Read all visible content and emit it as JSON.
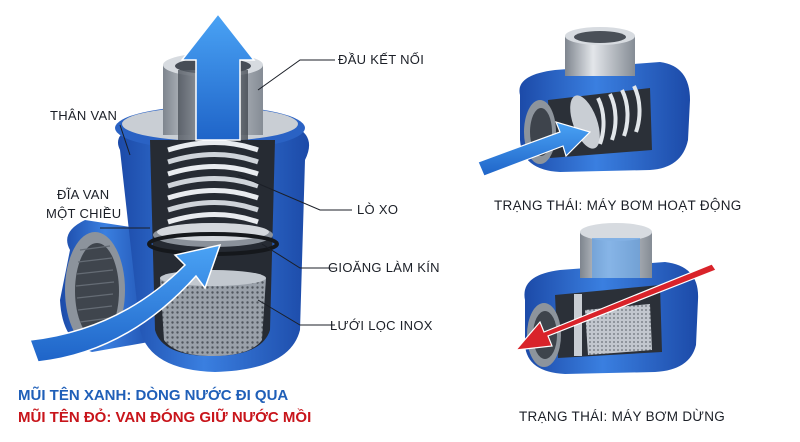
{
  "colors": {
    "valve_blue": "#2f6fd1",
    "valve_blue_dark": "#1c4aa8",
    "steel": "#b8bec6",
    "flow_arrow_blue": "#2b7fe0",
    "flow_arrow_red": "#d9232a",
    "legend_blue_text": "#1f5fb8",
    "legend_red_text": "#c8151b",
    "label_text": "#1b1f27"
  },
  "labels": {
    "connector": "ĐẦU KẾT NỐI",
    "body": "THÂN VAN",
    "disc_line1": "ĐĨA VAN",
    "disc_line2": "MỘT CHIỀU",
    "spring": "LÒ XO",
    "gasket": "GIOĂNG LÀM KÍN",
    "strainer": "LƯỚI LỌC INOX"
  },
  "captions": {
    "running": "TRẠNG THÁI: MÁY BƠM HOẠT ĐỘNG",
    "stopped": "TRẠNG THÁI: MÁY BƠM DỪNG"
  },
  "legend": {
    "blue": "MŨI TÊN XANH: DÒNG NƯỚC ĐI QUA",
    "red": "MŨI TÊN ĐỎ: VAN ĐÓNG GIỮ NƯỚC MỒI"
  }
}
